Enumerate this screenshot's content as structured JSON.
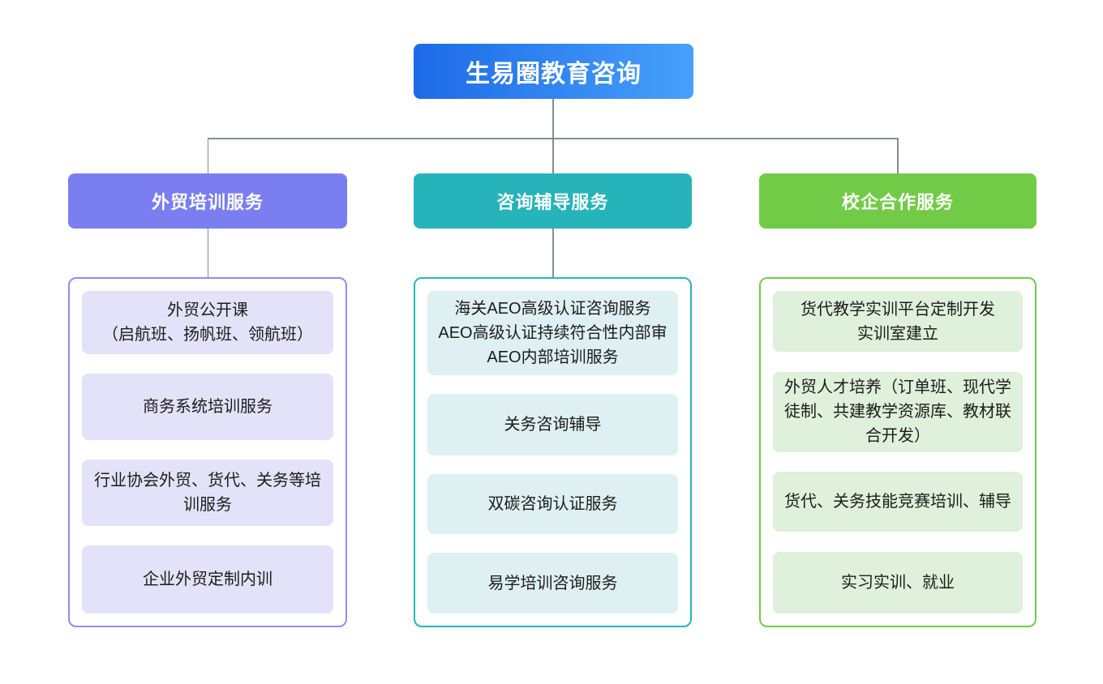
{
  "root": {
    "label": "生易圈教育咨询",
    "bg_gradient_from": "#1d6ae8",
    "bg_gradient_to": "#47a0fa",
    "text_color": "#ffffff"
  },
  "connector_color": "#868d94",
  "columns": [
    {
      "id": "trade-training",
      "header": {
        "label": "外贸培训服务",
        "bg": "#7a7ef0"
      },
      "panel": {
        "border_color": "#8b8ff0",
        "item_bg": "#e4e2f8"
      },
      "items": [
        {
          "label": "外贸公开课\n（启航班、扬帆班、领航班）"
        },
        {
          "label": "商务系统培训服务"
        },
        {
          "label": "行业协会外贸、货代、关务等培训服务"
        },
        {
          "label": "企业外贸定制内训"
        }
      ]
    },
    {
      "id": "consulting-coaching",
      "header": {
        "label": "咨询辅导服务",
        "bg": "#26b3ba"
      },
      "panel": {
        "border_color": "#2ab4bb",
        "item_bg": "#def0f2"
      },
      "items": [
        {
          "label": "海关AEO高级认证咨询服务\nAEO高级认证持续符合性内部审\nAEO内部培训服务"
        },
        {
          "label": "关务咨询辅导"
        },
        {
          "label": "双碳咨询认证服务"
        },
        {
          "label": "易学培训咨询服务"
        }
      ]
    },
    {
      "id": "school-enterprise",
      "header": {
        "label": "校企合作服务",
        "bg": "#72cb47"
      },
      "panel": {
        "border_color": "#74cb48",
        "item_bg": "#dff0db"
      },
      "items": [
        {
          "label": "货代教学实训平台定制开发\n实训室建立"
        },
        {
          "label": "外贸人才培养（订单班、现代学徒制、共建教学资源库、教材联合开发）"
        },
        {
          "label": "货代、关务技能竞赛培训、辅导"
        },
        {
          "label": "实习实训、就业"
        }
      ]
    }
  ]
}
